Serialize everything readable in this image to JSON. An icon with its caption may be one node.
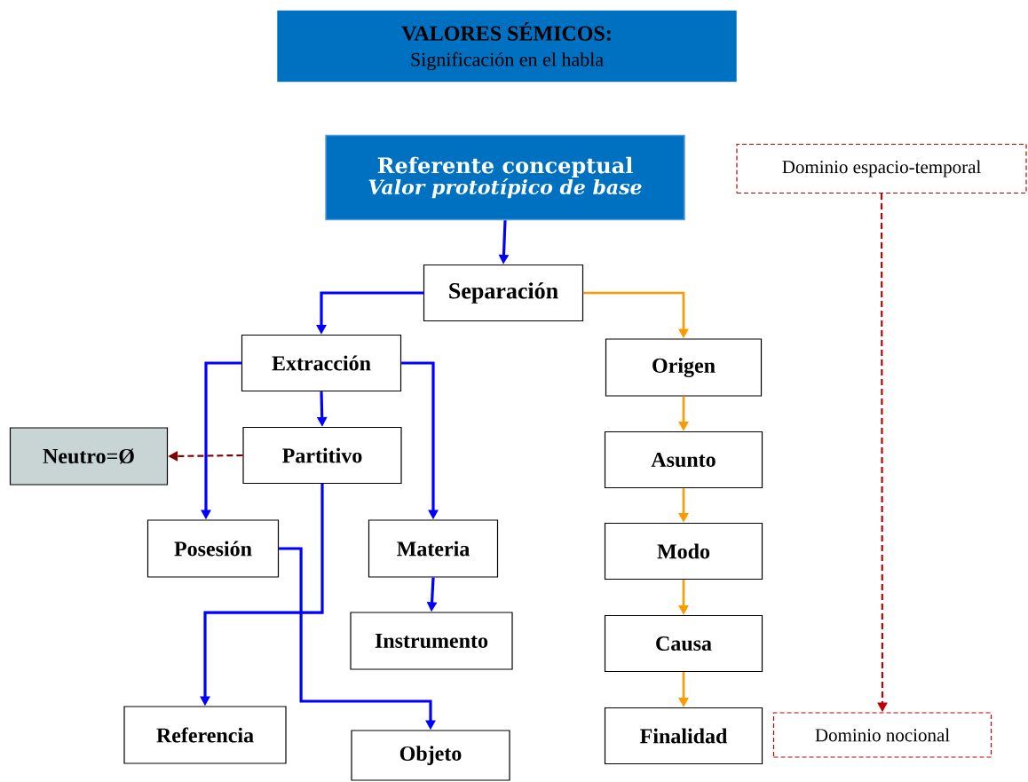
{
  "diagram": {
    "nodes": [
      {
        "text": [
          "VALORES SÉMICOS:",
          "Significación en el habla"
        ]
      },
      {
        "text": [
          "Referente conceptual",
          "Valor prototípico de base"
        ]
      },
      {
        "text": [
          "Separación"
        ]
      },
      {
        "text": [
          "Extracción"
        ]
      },
      {
        "text": [
          "Partitivo"
        ]
      },
      {
        "text": [
          "Neutro=Ø"
        ]
      },
      {
        "text": [
          "Posesión"
        ]
      },
      {
        "text": [
          "Materia"
        ]
      },
      {
        "text": [
          "Instrumento"
        ]
      },
      {
        "text": [
          "Referencia"
        ]
      },
      {
        "text": [
          "Objeto"
        ]
      },
      {
        "text": [
          "Origen"
        ]
      },
      {
        "text": [
          "Asunto"
        ]
      },
      {
        "text": [
          "Modo"
        ]
      },
      {
        "text": [
          "Causa"
        ]
      },
      {
        "text": [
          "Finalidad"
        ]
      },
      {
        "text": [
          "Dominio espacio-temporal"
        ]
      },
      {
        "text": [
          "Dominio nocional"
        ]
      }
    ],
    "edges": [
      {
        "from": 1,
        "to": 2,
        "arrow": "to"
      },
      {
        "from": 2,
        "to": 3,
        "arrow": "to"
      },
      {
        "from": 2,
        "to": 11,
        "arrow": "to",
        "color": "#ff9900"
      },
      {
        "from": 3,
        "to": 4,
        "arrow": "to"
      },
      {
        "from": 3,
        "to": 6,
        "arrow": "to"
      },
      {
        "from": 3,
        "to": 7,
        "arrow": "to"
      },
      {
        "from": 4,
        "to": 5,
        "arrow": "to",
        "style": "dashed",
        "color": "#800000"
      },
      {
        "from": 4,
        "to": 9,
        "arrow": "to"
      },
      {
        "from": 6,
        "to": 10,
        "arrow": "to"
      },
      {
        "from": 7,
        "to": 8,
        "arrow": "to"
      },
      {
        "from": 11,
        "to": 12,
        "arrow": "to",
        "color": "#ff9900"
      },
      {
        "from": 12,
        "to": 13,
        "arrow": "to",
        "color": "#ff9900"
      },
      {
        "from": 13,
        "to": 14,
        "arrow": "to",
        "color": "#ff9900"
      },
      {
        "from": 14,
        "to": 15,
        "arrow": "to",
        "color": "#ff9900"
      },
      {
        "from": 16,
        "to": 17,
        "arrow": "to",
        "style": "dashed",
        "color": "#c00000"
      }
    ]
  }
}
